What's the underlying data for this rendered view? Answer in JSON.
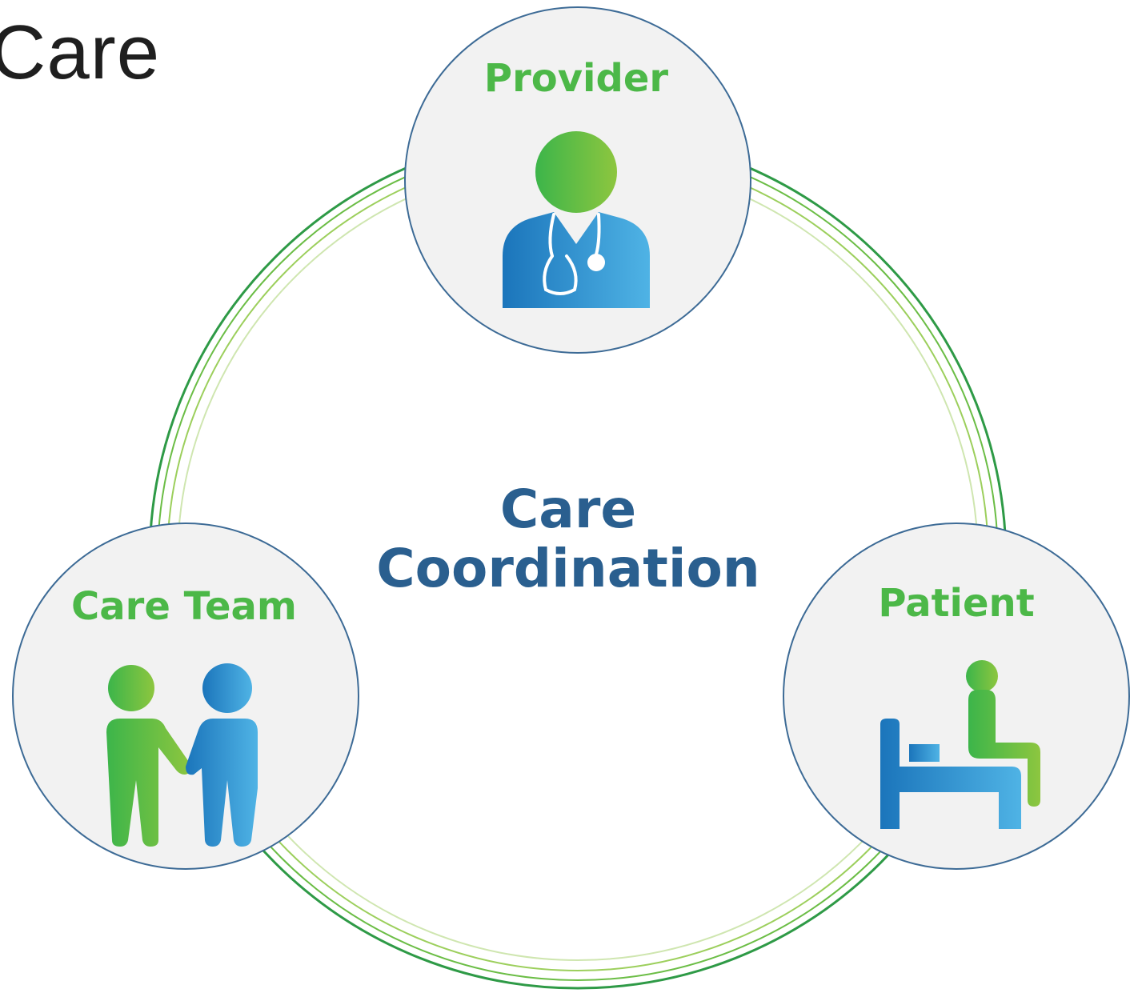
{
  "page": {
    "partial_title": "Care"
  },
  "diagram": {
    "center": {
      "line1": "Care",
      "line2": "Coordination"
    },
    "nodes": [
      {
        "id": "provider",
        "label": "Provider",
        "icon": "doctor-with-stethoscope-icon"
      },
      {
        "id": "care_team",
        "label": "Care Team",
        "icon": "two-people-holding-hands-icon"
      },
      {
        "id": "patient",
        "label": "Patient",
        "icon": "person-sitting-beside-bed-icon"
      }
    ]
  },
  "colors": {
    "ring_dark_green": "#2e9a46",
    "ring_light_green": "#8cc63f",
    "label_green": "#4cb848",
    "center_text_blue": "#2a5f8f",
    "node_fill": "#f2f2f2",
    "node_border": "#3d6b96",
    "icon_green_start": "#3cb54a",
    "icon_green_end": "#8dc63f",
    "icon_blue_start": "#1b75bb",
    "icon_blue_end": "#4fb3e5"
  }
}
